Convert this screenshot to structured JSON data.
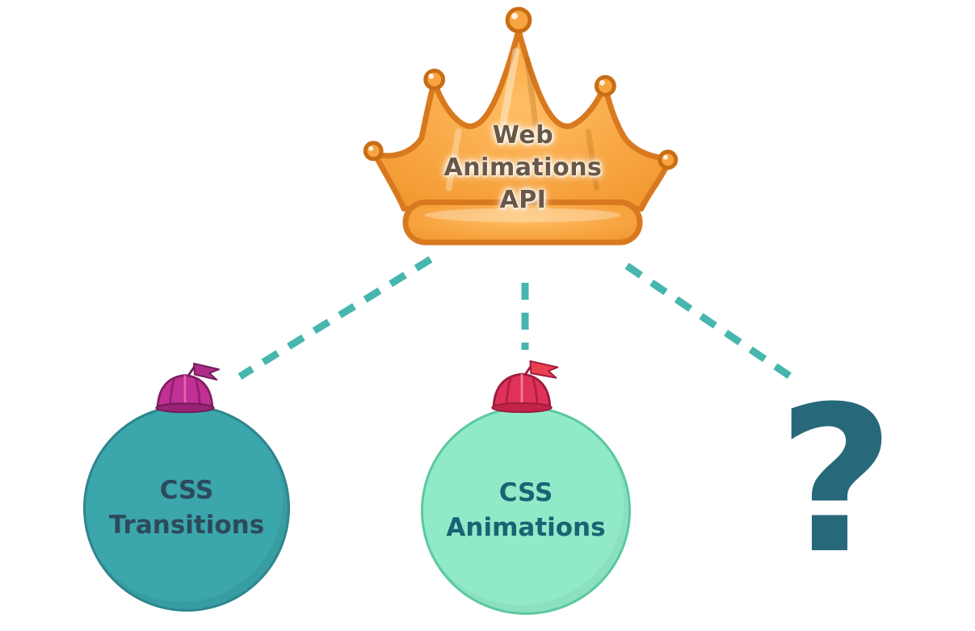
{
  "crown": {
    "label": "Web Animations API",
    "lines": [
      "Web",
      "Animations",
      "API"
    ],
    "fill": "#F7A440",
    "outline": "#D8791F",
    "text_color": "#6A5846"
  },
  "connectors": {
    "style": "dashed",
    "color": "#47B6AE",
    "count": 3
  },
  "nodes": [
    {
      "id": "css-transitions",
      "label": "CSS Transitions",
      "lines": [
        "CSS",
        "Transitions"
      ],
      "fill": "#3BA6AC",
      "text_color": "#2C4A5A",
      "hat_color": "#C23095",
      "flag_color": "#B02C88"
    },
    {
      "id": "css-animations",
      "label": "CSS Animations",
      "lines": [
        "CSS",
        "Animations"
      ],
      "fill": "#90EAC7",
      "text_color": "#176473",
      "hat_color": "#E03158",
      "flag_color": "#EA4150"
    },
    {
      "id": "unknown-option",
      "label": "?",
      "text_color": "#27697A"
    }
  ]
}
